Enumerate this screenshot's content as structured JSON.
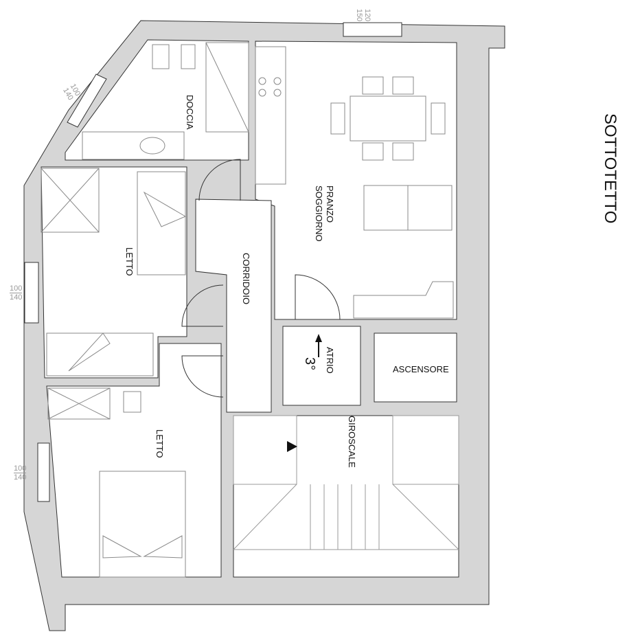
{
  "plan": {
    "title": "SOTTOTETTO",
    "rooms": {
      "bathroom": "DOCCIA",
      "living": [
        "PRANZO",
        "SOGGIORNO"
      ],
      "bedroom1": "LETTO",
      "bedroom2": "LETTO",
      "corridor": "CORRIDOIO",
      "atrium": "ATRIO",
      "floor": "3°",
      "elevator": "ASCENSORE",
      "stairwell": "GIROSCALE"
    },
    "windows": [
      {
        "top": "120",
        "bottom": "150"
      },
      {
        "top": "100",
        "bottom": "140"
      },
      {
        "top": "100",
        "bottom": "140"
      },
      {
        "top": "100",
        "bottom": "140"
      }
    ]
  },
  "colors": {
    "wall": "#d6d6d6",
    "line": "#333333",
    "furniture": "#888888"
  }
}
